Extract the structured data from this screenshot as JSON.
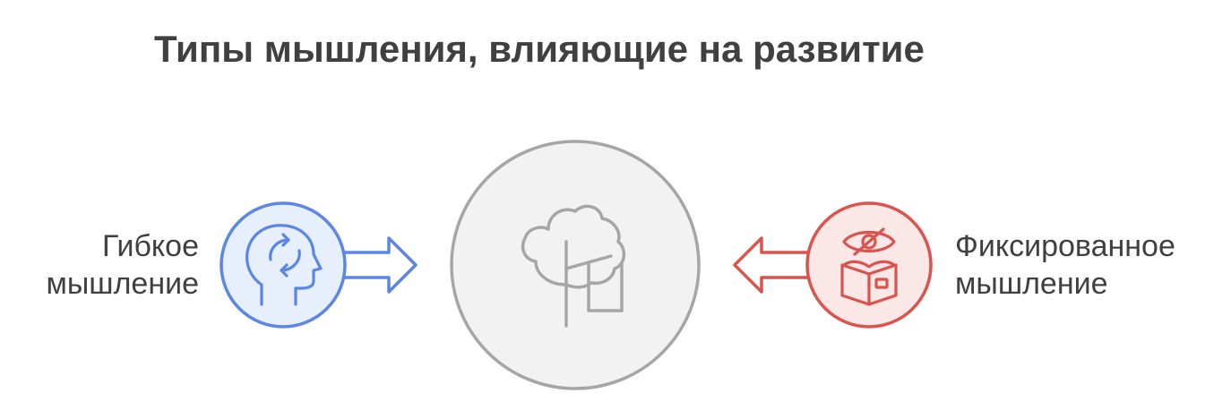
{
  "title": "Типы мышления, влияющие на развитие",
  "left": {
    "label_line1": "Гибкое",
    "label_line2": "мышление",
    "icon": "head-with-cycle-arrows-icon",
    "color": "#5b86e5",
    "fill": "#e8effc"
  },
  "right": {
    "label_line1": "Фиксированное",
    "label_line2": "мышление",
    "icon": "eye-slash-book-icon",
    "color": "#d9534f",
    "fill": "#fbe7e6"
  },
  "center": {
    "icon": "tree-growth-icon",
    "color": "#a6a6a6",
    "fill": "#f2f2f2"
  }
}
